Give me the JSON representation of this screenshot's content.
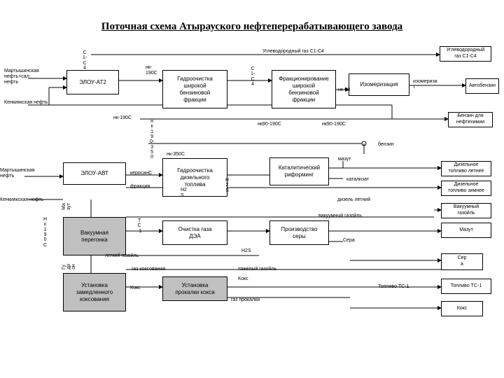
{
  "title": "Поточная схема Атырауского нефтеперерабатывающего завода",
  "boxes": {
    "elou_at2": "ЭЛОУ-АТ2",
    "hydro_gasoline": "Гидроочистка\nширокой\nбензиновой\nфракции",
    "fractionation": "Фракционирование\nширокой\nбензиновой\nфракции",
    "isomerization": "Изомеризация",
    "gas_c1c4_out": "Углеводородный\nгаз С1-С4",
    "autogasoline": "Автобензин",
    "gasoline_petrochem": "Бензин для\nнефтехимии",
    "elou_avt": "ЭЛОУ-АВТ",
    "hydro_diesel": "Гидроочистка\nдизельного\nтоплива",
    "cat_reforming": "Каталитический\nриформинг",
    "diesel_summer": "Дизельное\nтопливо летнее",
    "diesel_winter": "Дизельное\nтопливо зимнее",
    "vacuum_gasoil_out": "Вакуумный\nгазойль",
    "vacuum_distill": "Вакуумная\nперегонка",
    "dea": "Очистка газа\nДЭА",
    "sulfur_prod": "Производство\nсеры",
    "mazut_out": "Мазут",
    "sulfur_out": "Сер\nа",
    "coking": "Установка\nзамедленного\nкоксования",
    "coke_calc": "Установка\nпрокалки кокса",
    "fuel_ts1_out": "Топливо ТС-1",
    "coke_out": "Кокс"
  },
  "labels": {
    "c1c4_top_label": "Углеводородный газ С1-С4",
    "martyshi_1": "Мартышинская\nнефть+сал\nнефть",
    "kenkiyak": "Кенкиякская нефть",
    "nk190_a": "нк-\n190С",
    "nk190_b": "нк-190С",
    "nk90": "нк-90",
    "izomerizat": "изомериза\nт",
    "n90_190_a": "нк90-190С",
    "n90_190_b": "нк90-190С",
    "benzin": "бензин",
    "mazut_a": "мазут",
    "nk350": "нк-350С",
    "kerosin": "керосинС",
    "frakcia": "фракция",
    "katalizat": "катализат",
    "dizel_leto": "дизель летний",
    "martyshi_2": "Мартышинская\nнефть",
    "kenkiyak_2": "Кенкиякская нефть",
    "vac_gasoil": "вакуумный газойль",
    "h2s_a": "Н2\nS",
    "h2s_b": "Н2S",
    "sera": "Сера",
    "light_gasoil": "легкий газойль",
    "gas_cok": "газ коксования",
    "heavy_gasoil": "тяжелый газойль",
    "koks_a": "Кокс",
    "koks_b": "Кокс",
    "gas_calc": "газ прокалки",
    "fuel_ts1": "Топливо ТС-1",
    "c1c4_v1": "С\n1-\nС\n4",
    "c1c4_v2": "С\n1-\nС\n4",
    "nk190_v": "н\nк\n1\n9\n0-\n3\n5\n0",
    "nk190_v2": "Н\nк\n1\n9\n0\nС",
    "tc1_v": "Т\nС\n-1",
    "h2s_v": "Н\n2\nS",
    "mazut_v": "Ма\nзут",
    "gudron_v": "Гу\nдр\nон"
  }
}
